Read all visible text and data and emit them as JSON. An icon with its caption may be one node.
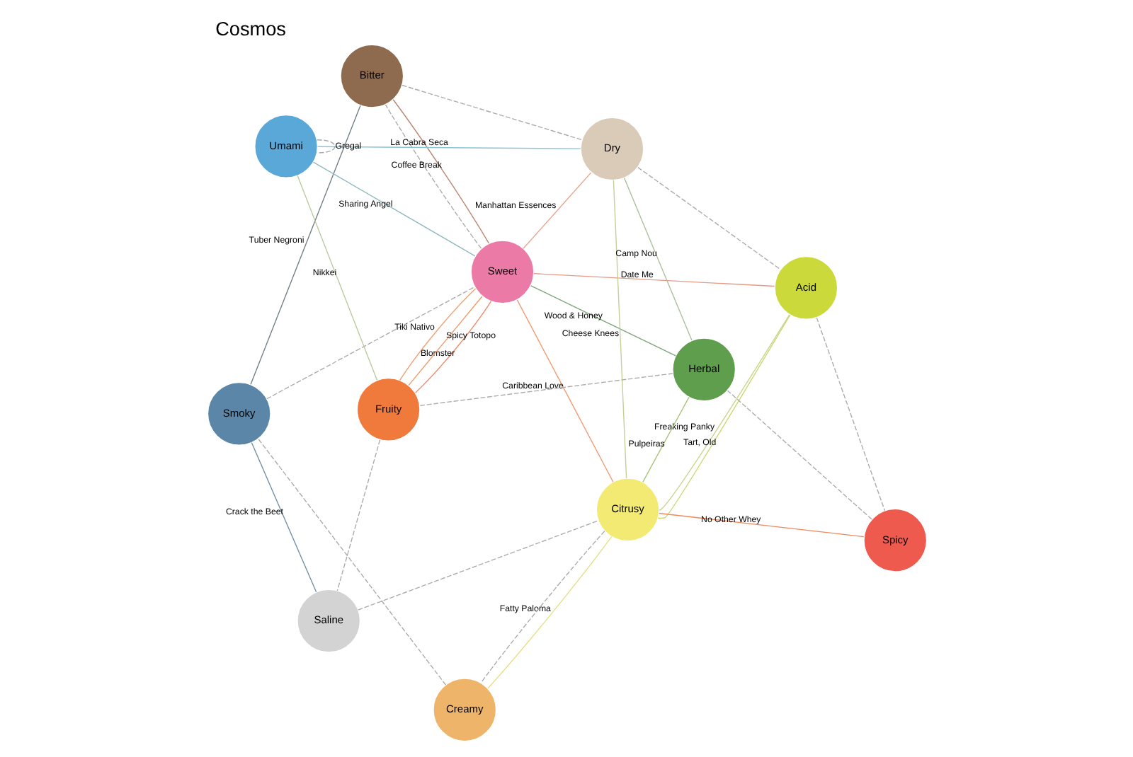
{
  "diagram": {
    "title": "Cosmos",
    "nodes": [
      {
        "text": [
          "Smoky"
        ]
      },
      {
        "text": [
          "Sweet"
        ]
      },
      {
        "text": [
          "Creamy"
        ]
      },
      {
        "text": [
          "Bitter"
        ]
      },
      {
        "text": [
          "Citrusy"
        ]
      },
      {
        "text": [
          "Dry"
        ]
      },
      {
        "text": [
          "Umami"
        ]
      },
      {
        "text": [
          "Acid"
        ]
      },
      {
        "text": [
          "Saline"
        ]
      },
      {
        "text": [
          "Spicy"
        ]
      },
      {
        "text": [
          "Fruity"
        ]
      },
      {
        "text": [
          "Herbal"
        ]
      }
    ],
    "edges": [
      {
        "from": 0,
        "to": 8,
        "arrow": "none",
        "label": "Crack the Beet",
        "color": "#6f8fa6"
      },
      {
        "from": 0,
        "to": 3,
        "arrow": "none",
        "label": "Tuber Negroni",
        "color": "#6f7f86"
      },
      {
        "from": 1,
        "to": 6,
        "arrow": "none",
        "label": "Sharing Angel",
        "color": "#8fb8c0"
      },
      {
        "from": 3,
        "to": 1,
        "arrow": "none",
        "label": "Coffee Break",
        "color": "#b98570"
      },
      {
        "from": 1,
        "to": 5,
        "arrow": "none",
        "label": "Manhattan Essences",
        "color": "#e8a58e"
      },
      {
        "from": 4,
        "to": 11,
        "arrow": "none",
        "label": "Pulpeiras",
        "color": "#a9c47a"
      },
      {
        "from": 4,
        "to": 1,
        "arrow": "none",
        "label": "Caribbean Love",
        "color": "#ef9a72"
      },
      {
        "from": 10,
        "to": 1,
        "arrow": "none",
        "label": "Tiki Nativo",
        "color": "#f0a070"
      },
      {
        "from": 4,
        "to": 2,
        "arrow": "none",
        "label": "Fatty Paloma",
        "color": "#e6df8a"
      },
      {
        "from": 4,
        "to": 5,
        "arrow": "none",
        "label": "Cheese Knees",
        "color": "#c2cf9a"
      },
      {
        "from": 4,
        "to": 9,
        "arrow": "none",
        "label": "No Other Whey",
        "color": "#ee8a5e"
      },
      {
        "from": 10,
        "to": 6,
        "arrow": "none",
        "label": "Nikkei",
        "color": "#b9c9a0"
      },
      {
        "from": 10,
        "to": 1,
        "arrow": "none",
        "label": "Spicy Totopo",
        "color": "#f09a68"
      },
      {
        "from": 1,
        "to": 7,
        "arrow": "none",
        "label": "Date Me",
        "color": "#e59a86"
      },
      {
        "from": 1,
        "to": 10,
        "arrow": "none",
        "label": "Blomster",
        "color": "#ee8a6a"
      },
      {
        "from": 4,
        "to": 7,
        "arrow": "none",
        "label": "Freaking Panky",
        "color": "#c8d48a"
      },
      {
        "from": 4,
        "to": 7,
        "arrow": "none",
        "label": "Tart, Old",
        "color": "#c8d870"
      },
      {
        "from": 11,
        "to": 5,
        "arrow": "none",
        "label": "Camp Nou",
        "color": "#a9c09a"
      },
      {
        "from": 1,
        "to": 11,
        "arrow": "none",
        "label": "Wood & Honey",
        "color": "#7fa47a"
      },
      {
        "from": 6,
        "to": 5,
        "arrow": "none",
        "label": "La Cabra Seca",
        "color": "#8cc4d4"
      },
      {
        "from": 6,
        "to": 6,
        "arrow": "none",
        "label": "Gregal",
        "style": "dashed",
        "color": "#aaaaaa"
      },
      {
        "from": 0,
        "to": 1,
        "arrow": "none",
        "style": "dashed",
        "color": "#aaaaaa"
      },
      {
        "from": 1,
        "to": 3,
        "arrow": "none",
        "style": "dashed",
        "color": "#aaaaaa"
      },
      {
        "from": 3,
        "to": 5,
        "arrow": "none",
        "style": "dashed",
        "color": "#aaaaaa"
      },
      {
        "from": 5,
        "to": 7,
        "arrow": "none",
        "style": "dashed",
        "color": "#aaaaaa"
      },
      {
        "from": 7,
        "to": 9,
        "arrow": "none",
        "style": "dashed",
        "color": "#aaaaaa"
      },
      {
        "from": 9,
        "to": 11,
        "arrow": "none",
        "style": "dashed",
        "color": "#aaaaaa"
      },
      {
        "from": 11,
        "to": 10,
        "arrow": "none",
        "style": "dashed",
        "color": "#aaaaaa"
      },
      {
        "from": 10,
        "to": 8,
        "arrow": "none",
        "style": "dashed",
        "color": "#aaaaaa"
      },
      {
        "from": 8,
        "to": 4,
        "arrow": "none",
        "style": "dashed",
        "color": "#aaaaaa"
      },
      {
        "from": 4,
        "to": 2,
        "arrow": "none",
        "style": "dashed",
        "color": "#aaaaaa"
      },
      {
        "from": 2,
        "to": 0,
        "arrow": "none",
        "style": "dashed",
        "color": "#aaaaaa"
      }
    ]
  }
}
